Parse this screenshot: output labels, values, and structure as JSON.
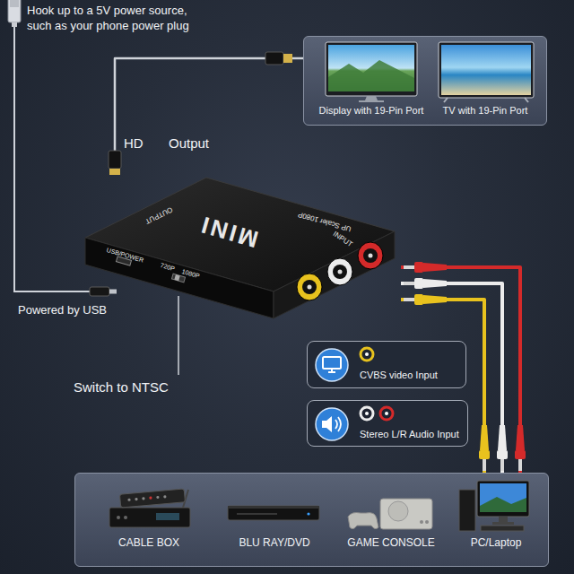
{
  "diagram": {
    "nodes": [
      {
        "text": [
          "Display with 19-Pin Port",
          "TV with 19-Pin Port"
        ]
      },
      {
        "text": [
          "MINI",
          "OUTPUT",
          "UP Scaler 1080P",
          "INPUT",
          "USB/POWER",
          "720P",
          "1080P"
        ]
      },
      {
        "text": [
          "CVBS video Input"
        ]
      },
      {
        "text": [
          "Stereo L/R Audio Input"
        ]
      },
      {
        "text": [
          "CABLE BOX",
          "BLU RAY/DVD",
          "GAME CONSOLE",
          "PC/Laptop"
        ]
      }
    ],
    "edges": [
      {
        "from": 1,
        "to": 0,
        "arrow": "none"
      },
      {
        "from": 1,
        "to": 4,
        "arrow": "none"
      },
      {
        "from": 1,
        "to": 4,
        "arrow": "none"
      },
      {
        "from": 1,
        "to": 4,
        "arrow": "none"
      }
    ],
    "labels": [
      "Hook up to a 5V power source, such as your phone power plug",
      "HD",
      "Output",
      "Powered by USB",
      "Switch to NTSC"
    ]
  }
}
